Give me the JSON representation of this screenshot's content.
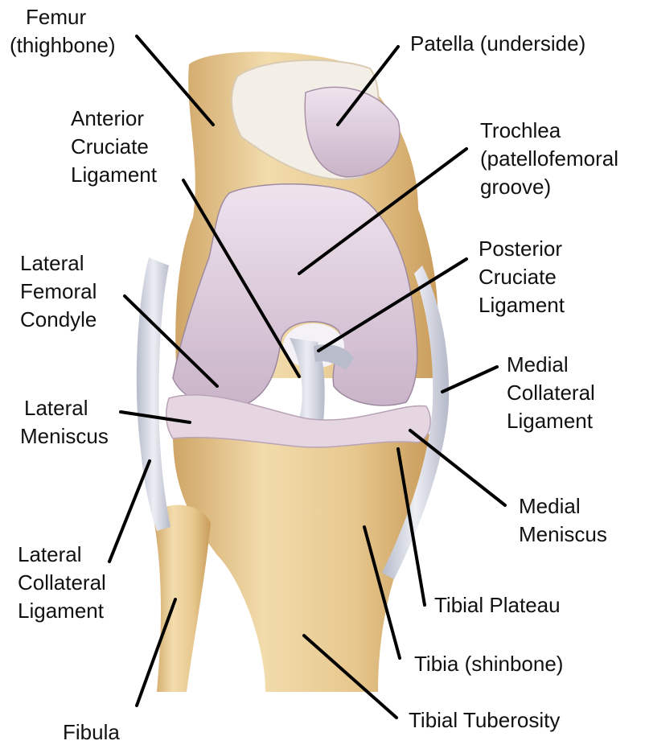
{
  "labels": {
    "femur": [
      "Femur",
      "(thighbone)"
    ],
    "patella": [
      "Patella (underside)"
    ],
    "acl": [
      "Anterior",
      "Cruciate",
      "Ligament"
    ],
    "trochlea": [
      "Trochlea",
      "(patellofemoral",
      "groove)"
    ],
    "lat_condyle": [
      "Lateral",
      "Femoral",
      "Condyle"
    ],
    "pcl": [
      "Posterior",
      "Cruciate",
      "Ligament"
    ],
    "mcl": [
      "Medial",
      "Collateral",
      "Ligament"
    ],
    "lat_meniscus": [
      "Lateral",
      "Meniscus"
    ],
    "med_meniscus": [
      "Medial",
      "Meniscus"
    ],
    "lcl": [
      "Lateral",
      "Collateral",
      "Ligament"
    ],
    "tibial_plateau": [
      "Tibial Plateau"
    ],
    "tibia": [
      "Tibia (shinbone)"
    ],
    "fibula": [
      "Fibula"
    ],
    "tibial_tuberosity": [
      "Tibial Tuberosity"
    ]
  },
  "colors": {
    "bone": "#e9c98f",
    "bone_shadow": "#cfa566",
    "cartilage": "#d8c6d6",
    "ligament": "#c9ccd8",
    "leader": "#000000"
  }
}
